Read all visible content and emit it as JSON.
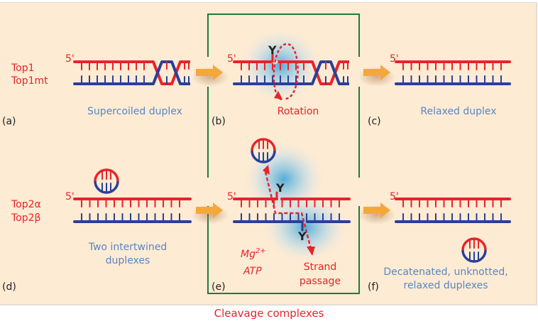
{
  "colors": {
    "background": "#fdebd3",
    "red_strand": "#e8232b",
    "blue_strand": "#2a3f9a",
    "label_blue": "#5b86c5",
    "label_red": "#e8232b",
    "frame_green": "#1f7a3f",
    "arrow_orange": "#f5a83a",
    "enzyme_blob": "#5ab4df",
    "text_black": "#222222"
  },
  "rows": {
    "top": {
      "enzymes": [
        "Top1",
        "Top1mt"
      ]
    },
    "bottom": {
      "enzymes": [
        "Top2α",
        "Top2β"
      ]
    }
  },
  "panels": {
    "a": {
      "letter": "(a)",
      "caption": "Supercoiled duplex",
      "end_label": "5'"
    },
    "b": {
      "letter": "(b)",
      "caption": "Rotation",
      "end_label": "5'",
      "residue": "Y"
    },
    "c": {
      "letter": "(c)",
      "caption": "Relaxed duplex",
      "end_label": "5'"
    },
    "d": {
      "letter": "(d)",
      "caption_lines": [
        "Two intertwined",
        "duplexes"
      ],
      "end_label": "5'"
    },
    "e": {
      "letter": "(e)",
      "caption_lines": [
        "Strand",
        "passage"
      ],
      "end_label": "5'",
      "residue": "Y",
      "cofactor_base": "Mg",
      "cofactor_sup": "2+",
      "cofactor2": "ATP"
    },
    "f": {
      "letter": "(f)",
      "caption_lines": [
        "Decatenated, unknotted,",
        "relaxed duplexes"
      ],
      "end_label": "5'"
    }
  },
  "caption": "Cleavage complexes"
}
